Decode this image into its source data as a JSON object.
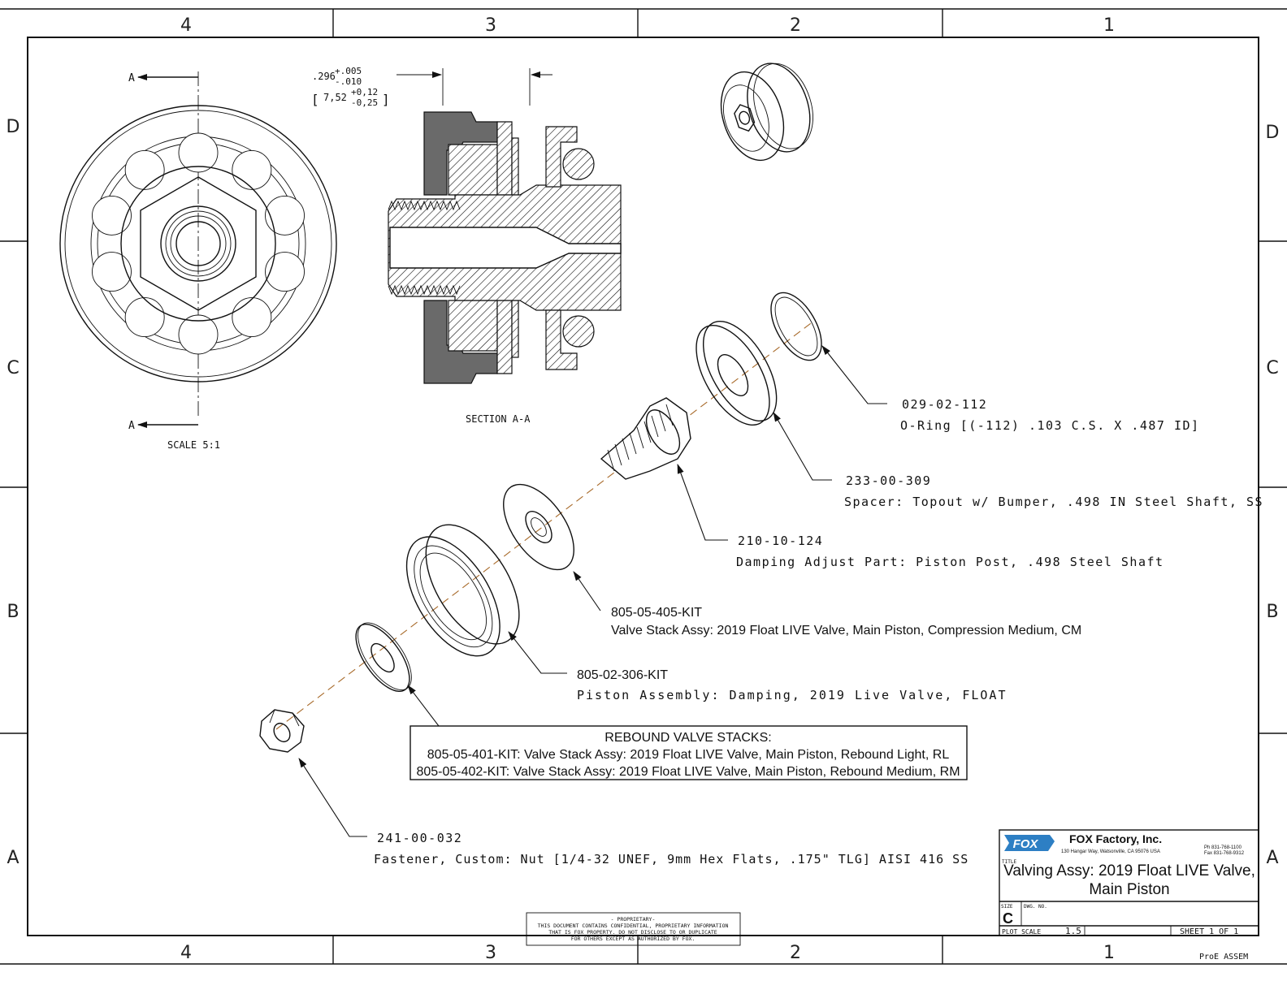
{
  "sheet": {
    "zones_columns": [
      "4",
      "3",
      "2",
      "1"
    ],
    "zones_rows": [
      "D",
      "C",
      "B",
      "A"
    ]
  },
  "views": {
    "section_marker": "A",
    "section_title": "SECTION  A-A",
    "scale": "SCALE  5:1",
    "dim_base": ".296",
    "dim_tol_plus": "+.005",
    "dim_tol_minus": "-.010",
    "dim_metric_base": "7,52",
    "dim_metric_plus": "+0,12",
    "dim_metric_minus": "-0,25"
  },
  "callouts": [
    {
      "part": "029-02-112",
      "desc": "O-Ring [(-112) .103 C.S. X .487 ID]"
    },
    {
      "part": "233-00-309",
      "desc": "Spacer: Topout w/ Bumper, .498 IN Steel Shaft, SS"
    },
    {
      "part": "210-10-124",
      "desc": "Damping Adjust Part: Piston Post, .498 Steel Shaft"
    },
    {
      "part": "805-05-405-KIT",
      "desc": "Valve Stack Assy: 2019 Float LIVE Valve, Main Piston, Compression Medium, CM"
    },
    {
      "part": "805-02-306-KIT",
      "desc": "Piston Assembly: Damping, 2019 Live Valve, FLOAT"
    },
    {
      "part": "241-00-032",
      "desc": "Fastener, Custom: Nut [1/4-32 UNEF, 9mm Hex Flats, .175\" TLG] AISI 416 SS"
    }
  ],
  "rebound_box": {
    "title": "REBOUND VALVE STACKS:",
    "lines": [
      "805-05-401-KIT: Valve Stack Assy: 2019 Float LIVE Valve, Main Piston, Rebound Light, RL",
      "805-05-402-KIT: Valve Stack Assy: 2019 Float LIVE Valve, Main Piston, Rebound Medium, RM"
    ]
  },
  "proprietary": {
    "title": "- PROPRIETARY-",
    "lines": [
      "THIS DOCUMENT CONTAINS CONFIDENTIAL, PROPRIETARY INFORMATION",
      "THAT IS FOX PROPERTY.  DO NOT DISCLOSE TO OR DUPLICATE",
      "FOR OTHERS EXCEPT AS AUTHORIZED BY FOX."
    ]
  },
  "title_block": {
    "logo": "FOX",
    "company": "FOX Factory, Inc.",
    "address": "130 Hangar Way, Watsonville, CA 95076 USA",
    "phone": "Ph 831-768-1100",
    "fax": "Fax 831-768-9312",
    "title_label": "TITLE",
    "title_line1": "Valving Assy: 2019 Float LIVE Valve,",
    "title_line2": "Main Piston",
    "size_label": "SIZE",
    "size": "C",
    "dwg_label": "DWG. NO.",
    "plot_scale_label": "PLOT SCALE",
    "plot_scale": "1.5",
    "sheet": "SHEET 1 OF 1",
    "software": "ProE ASSEM"
  },
  "colors": {
    "line": "#111111",
    "axis": "#a86a2a",
    "section_fill": "#6a6a6a",
    "logo_blue": "#2d7fc4"
  }
}
